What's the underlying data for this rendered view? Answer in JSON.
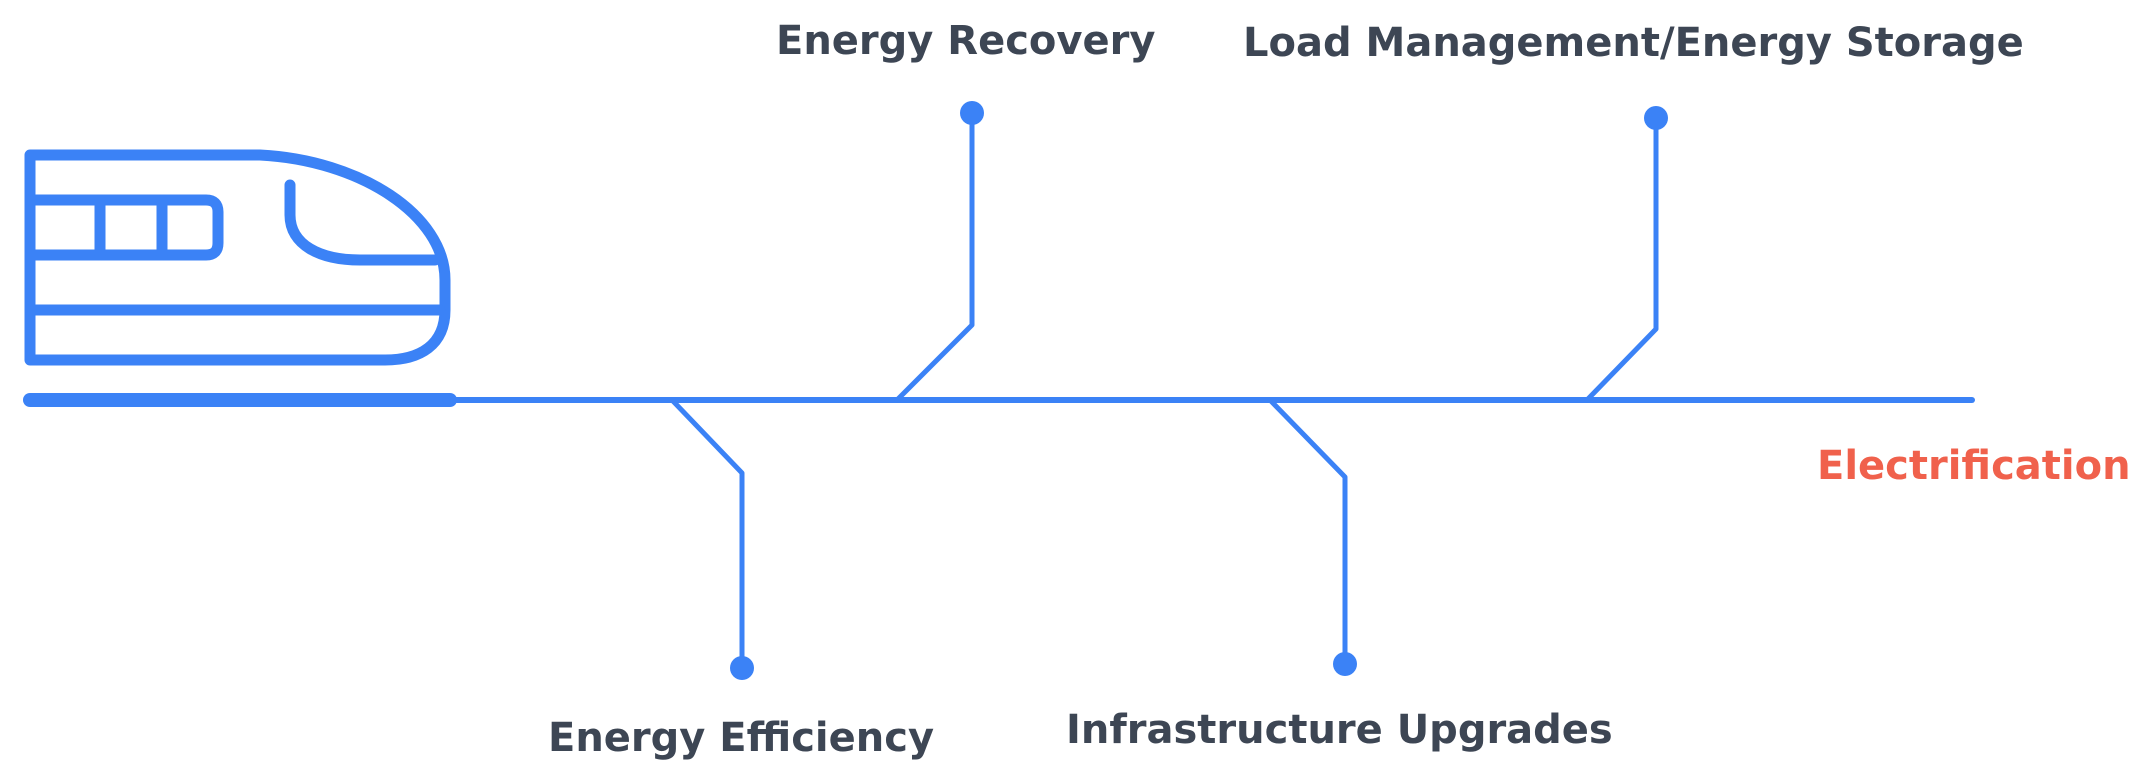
{
  "colors": {
    "line": "#3b82f6",
    "text": "#3d4654",
    "accent": "#f0614c"
  },
  "icons": {
    "train": "train-icon"
  },
  "labels": {
    "energy_recovery": "Energy Recovery",
    "load_management": "Load Management/Energy Storage",
    "electrification": "Electrification",
    "energy_efficiency": "Energy Efficiency",
    "infrastructure_upgrades": "Infrastructure Upgrades"
  }
}
